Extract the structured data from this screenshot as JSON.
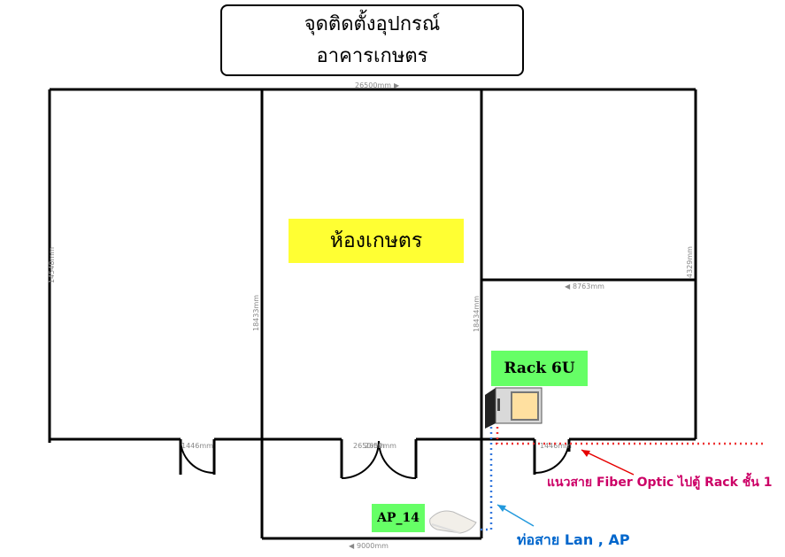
{
  "title": {
    "line1": "จุดติดตั้งอุปกรณ์",
    "line2": "อาคารเกษตร"
  },
  "room_label": "ห้องเกษตร",
  "rack_label": "Rack 6U",
  "ap_label": "AP_14",
  "dimensions": {
    "top_width": "26500mm",
    "left_height": "14548mm",
    "center_left_height": "18433mm",
    "center_right_height": "18434mm",
    "right_upper_height": "4329mm",
    "right_room_width": "8763mm",
    "bottom_width": "9000mm",
    "door_a": "1446mm",
    "door_b": "2650mm",
    "door_b2": "2650mm",
    "door_c": "1446mm"
  },
  "annotations": {
    "fiber": "แนวสาย Fiber Optic ไปตู้ Rack ชั้น 1",
    "lan": "ท่อสาย Lan , AP"
  },
  "colors": {
    "fiber_line": "#ee3333",
    "lan_line": "#3377dd",
    "room_label_bg": "#ffff33",
    "green_label_bg": "#66ff66"
  }
}
